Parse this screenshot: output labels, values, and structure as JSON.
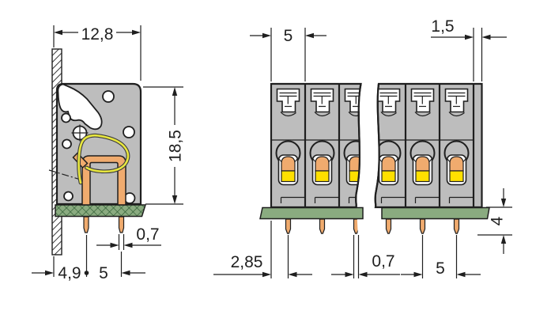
{
  "drawing": {
    "side_view": {
      "dim_depth": "12,8",
      "dim_height": "18,5",
      "dim_pin_width": "0,7",
      "dim_wall_to_pin": "4,9",
      "dim_pin_pitch": "5"
    },
    "front_view": {
      "dim_pitch_top": "5",
      "dim_end_wall": "1,5",
      "dim_edge_to_pin": "2,85",
      "dim_pin_width": "0,7",
      "dim_pin_pitch": "5",
      "dim_pin_length": "4"
    },
    "colors": {
      "body_gray": "#bdbdbd",
      "outline": "#1f1f1f",
      "copper": "#f0ab6e",
      "clamp_yellow": "#ffe000",
      "pcb_green": "#8aab80",
      "pcb_hatch": "#2e5c33",
      "spring_yellow": "#e8e73f",
      "background": "#ffffff"
    }
  }
}
